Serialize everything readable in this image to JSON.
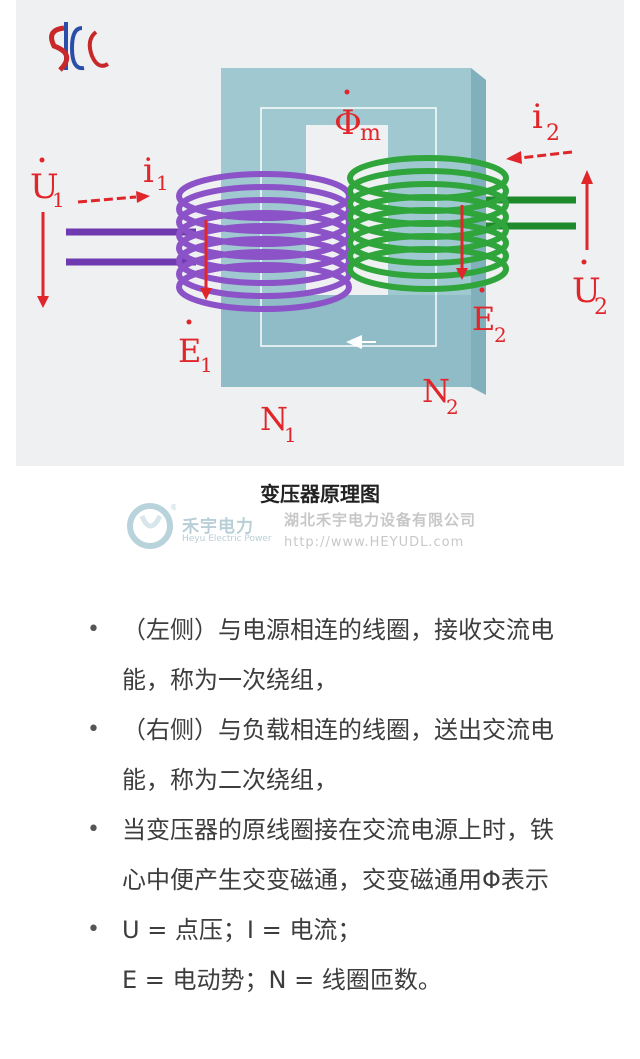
{
  "figure": {
    "labels": {
      "u1": "U",
      "u1_sub": "1",
      "i1": "i",
      "i1_sub": "1",
      "e1": "E",
      "e1_sub": "1",
      "n1": "N",
      "n1_sub": "1",
      "phi": "Φ",
      "phi_sub": "m",
      "i2": "i",
      "i2_sub": "2",
      "u2": "U",
      "u2_sub": "2",
      "e2": "E",
      "e2_sub": "2",
      "n2": "N",
      "n2_sub": "2"
    },
    "colors": {
      "core": "#9fc8d1",
      "core_dark": "#7fb0bb",
      "primary_coil": "#8c52c8",
      "secondary_coil": "#2fa53c",
      "arrow": "#e0262b",
      "flux_path": "#ffffff"
    }
  },
  "caption": "变压器原理图",
  "watermark": {
    "name_cn": "禾宇电力",
    "name_en": "Heyu Electric Power",
    "company": "湖北禾宇电力设备有限公司",
    "url": "http://www.HEYUDL.com"
  },
  "bullets": [
    {
      "lines": [
        "（左侧）与电源相连的线圈，接收交流电",
        "能，称为一次绕组，"
      ]
    },
    {
      "lines": [
        "（右侧）与负载相连的线圈，送出交流电",
        "能，称为二次绕组，"
      ]
    },
    {
      "lines": [
        "当变压器的原线圈接在交流电源上时，铁",
        "心中便产生交变磁通，交变磁通用Φ表示"
      ]
    },
    {
      "lines": [
        "U = 点压；I = 电流；",
        "E = 电动势；N = 线圈匝数。"
      ]
    }
  ]
}
